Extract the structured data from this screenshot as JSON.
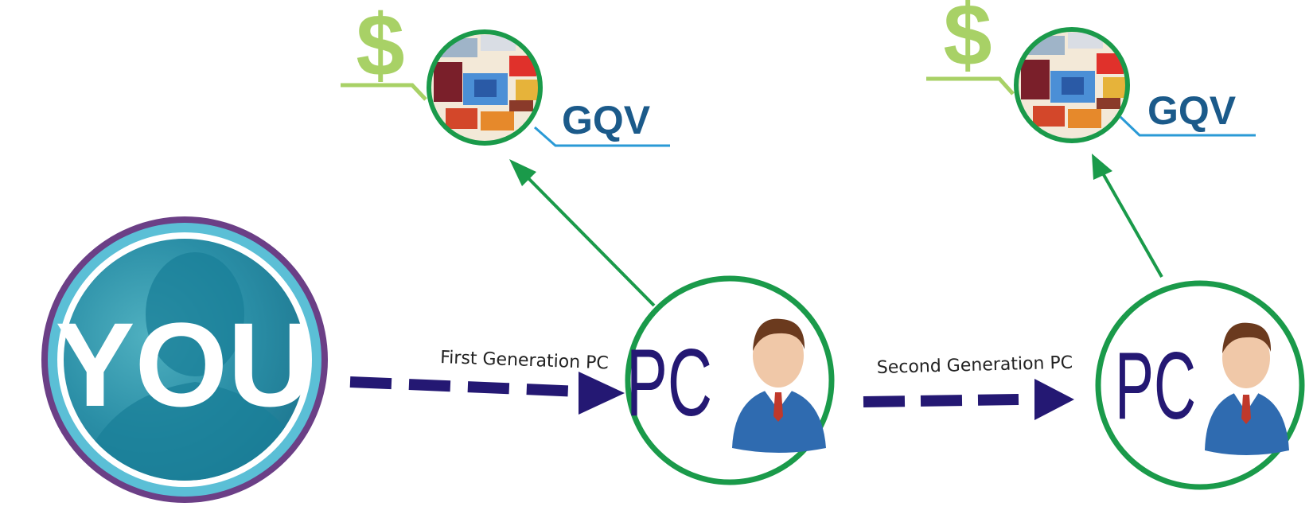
{
  "you": {
    "label": "YOU"
  },
  "generations": [
    {
      "label": "First Generation PC",
      "node_label": "PC"
    },
    {
      "label": "Second Generation PC",
      "node_label": "PC"
    }
  ],
  "products": [
    {
      "currency_symbol": "$",
      "volume_label": "GQV"
    },
    {
      "currency_symbol": "$",
      "volume_label": "GQV"
    }
  ],
  "colors": {
    "pc_ring": "#1a9a4a",
    "arrow": "#241873",
    "currency": "#a8d166",
    "gqv": "#1b5a8a",
    "gqv_line": "#2a9ad6",
    "you_outer": "#6b3f86",
    "you_ring": "#5bbfd6",
    "you_fill": "#2a8ea6"
  }
}
